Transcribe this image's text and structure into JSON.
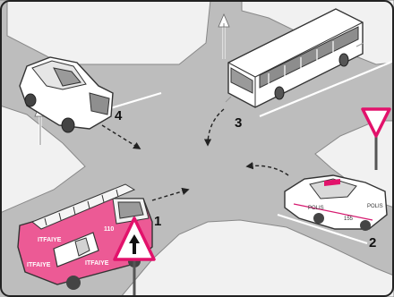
{
  "vehicles": {
    "fire_truck": {
      "number": "1",
      "decal_main": "ITFAIYE",
      "decal_side": "ITFAIYE",
      "decal_rear": "ITFAIYE",
      "badge": "110"
    },
    "police_car": {
      "number": "2",
      "decal": "POLIS",
      "decal_rear": "POLIS",
      "plate": "155"
    },
    "bus": {
      "number": "3"
    },
    "suv": {
      "number": "4"
    }
  },
  "colors": {
    "road": "#bdbdbd",
    "sidewalk": "#f1f1f1",
    "fire_truck": "#ec5a95",
    "sign_border": "#e2126b"
  }
}
